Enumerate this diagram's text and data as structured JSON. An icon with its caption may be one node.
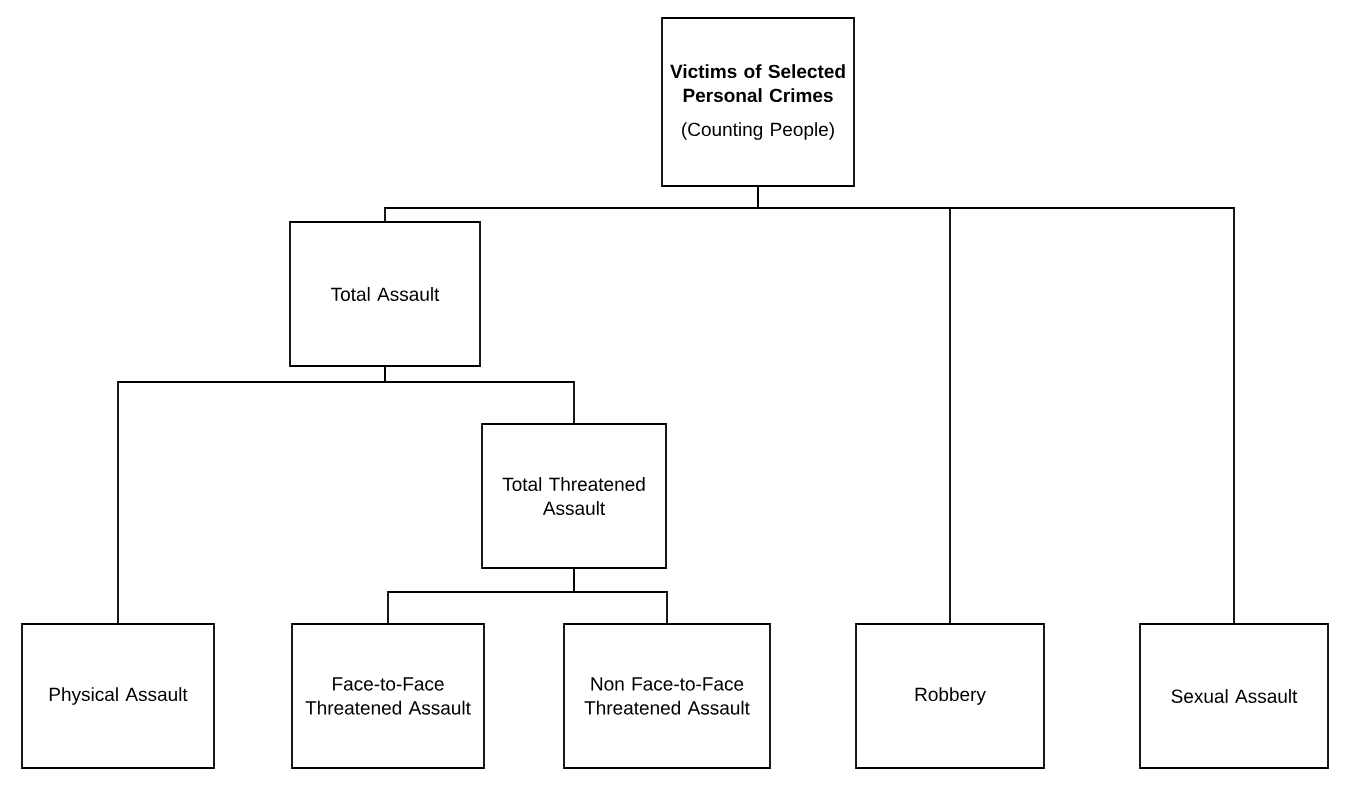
{
  "diagram": {
    "nodes": [
      {
        "text": [
          "Victims of Selected Personal Crimes",
          "(Counting People)"
        ]
      },
      {
        "text": [
          "Total Assault"
        ]
      },
      {
        "text": [
          "Total Threatened Assault"
        ]
      },
      {
        "text": [
          "Physical Assault"
        ]
      },
      {
        "text": [
          "Face-to-Face Threatened Assault"
        ]
      },
      {
        "text": [
          "Non Face-to-Face Threatened Assault"
        ]
      },
      {
        "text": [
          "Robbery"
        ]
      },
      {
        "text": [
          "Sexual Assault"
        ]
      }
    ],
    "edges": [
      {
        "from": 0,
        "to": 1,
        "arrow": "none"
      },
      {
        "from": 0,
        "to": 6,
        "arrow": "none"
      },
      {
        "from": 0,
        "to": 7,
        "arrow": "none"
      },
      {
        "from": 1,
        "to": 3,
        "arrow": "none"
      },
      {
        "from": 1,
        "to": 2,
        "arrow": "none"
      },
      {
        "from": 2,
        "to": 4,
        "arrow": "none"
      },
      {
        "from": 2,
        "to": 5,
        "arrow": "none"
      }
    ]
  }
}
